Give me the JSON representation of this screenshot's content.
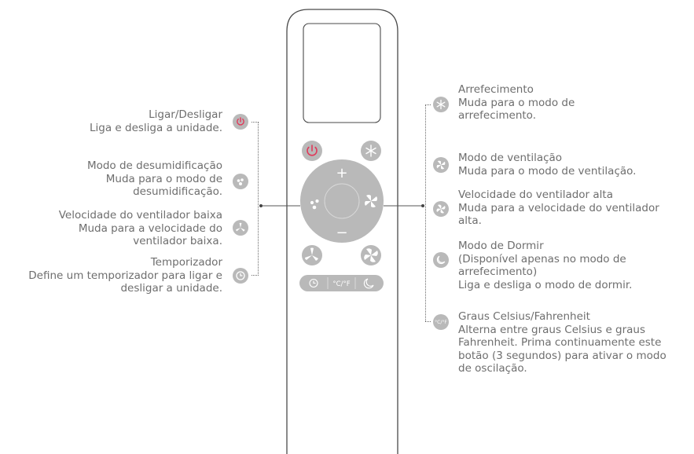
{
  "left": [
    {
      "title": "Ligar/Desligar",
      "lines": [
        "Liga e desliga a unidade."
      ],
      "icon": "power-icon"
    },
    {
      "title": "Modo de desumidificação",
      "lines": [
        "Muda para o modo de",
        "desumidificação."
      ],
      "icon": "dehumidify-drops-icon"
    },
    {
      "title": "Velocidade do ventilador baixa",
      "lines": [
        "Muda para a velocidade do",
        "ventilador baixa."
      ],
      "icon": "fan-low-icon"
    },
    {
      "title": "Temporizador",
      "lines": [
        "Define um temporizador para ligar e",
        "desligar a unidade."
      ],
      "icon": "clock-icon"
    }
  ],
  "right": [
    {
      "title": "Arrefecimento",
      "lines": [
        "Muda para o modo de",
        "arrefecimento."
      ],
      "icon": "snowflake-icon"
    },
    {
      "title": "Modo de ventilação",
      "lines": [
        "Muda para o modo de ventilação."
      ],
      "icon": "fan-mode-icon"
    },
    {
      "title": "Velocidade do ventilador alta",
      "lines": [
        "Muda para a velocidade do ventilador",
        "alta."
      ],
      "icon": "fan-high-icon"
    },
    {
      "title": "Modo de Dormir",
      "lines": [
        "(Disponível apenas no modo de",
        "arrefecimento)",
        "Liga e desliga o modo de dormir."
      ],
      "icon": "sleep-moon-icon"
    },
    {
      "title": "Graus Celsius/Fahrenheit",
      "lines": [
        "Alterna entre graus Celsius e graus",
        "Fahrenheit. Prima continuamente este",
        "botão (3 segundos) para ativar o modo",
        "de oscilação."
      ],
      "icon": "celsius-fahrenheit-icon"
    }
  ],
  "remote": {
    "plus": "+",
    "minus": "−",
    "cf": "°C/°F"
  },
  "colors": {
    "power_accent": "#e0395a",
    "button_gray": "#b9b9b9",
    "text": "#6e6e6e"
  }
}
